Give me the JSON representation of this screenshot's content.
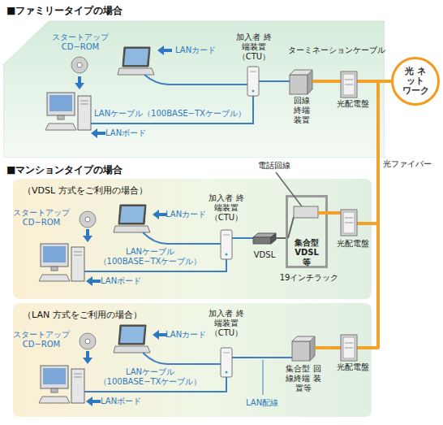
{
  "diagram": {
    "nodes": [
      {
        "text": [
          "■ファミリータイプの場合"
        ]
      },
      {
        "text": [
          "■マンションタイプの場合"
        ]
      },
      {
        "text": [
          "（VDSL 方式をご利用の場合）"
        ],
        "in": 1
      },
      {
        "text": [
          "（LAN 方式をご利用の場合）"
        ],
        "in": 1
      },
      {
        "text": [
          "光 ネット ワーク"
        ]
      },
      {
        "text": [
          "加入者 終端装置 （CTU）"
        ],
        "in": 0
      },
      {
        "text": [
          "回線 終端 装置"
        ],
        "in": 0
      },
      {
        "text": [
          "光配電盤"
        ],
        "in": 0
      },
      {
        "text": [
          "加入者 終端装置 （CTU）"
        ],
        "in": 2
      },
      {
        "text": [
          "VDSL"
        ],
        "in": 2
      },
      {
        "text": [
          "集合型 VDSL 等",
          "19インチラック"
        ],
        "in": 2
      },
      {
        "text": [
          "光配電盤"
        ],
        "in": 2
      },
      {
        "text": [
          "加入者 終端装置 （CTU）"
        ],
        "in": 3
      },
      {
        "text": [
          "集合型 回線終端 装置等"
        ],
        "in": 3
      },
      {
        "text": [
          "光配電盤"
        ],
        "in": 3
      }
    ],
    "edges": [
      {
        "from": 5,
        "to": 6,
        "arrow": "none"
      },
      {
        "from": 6,
        "to": 7,
        "arrow": "none"
      },
      {
        "from": 7,
        "to": 4,
        "arrow": "none"
      },
      {
        "from": 8,
        "to": 9,
        "arrow": "none"
      },
      {
        "from": 9,
        "to": 10,
        "arrow": "none"
      },
      {
        "from": 10,
        "to": 11,
        "arrow": "none"
      },
      {
        "from": 11,
        "to": 4,
        "arrow": "none"
      },
      {
        "from": 12,
        "to": 13,
        "arrow": "none"
      },
      {
        "from": 13,
        "to": 14,
        "arrow": "none"
      },
      {
        "from": 14,
        "to": 4,
        "arrow": "none"
      }
    ],
    "labels": [
      "スタートアップ CD−ROM",
      "LANカード",
      "LANケーブル（100BASE−TXケーブル）",
      "LANボード",
      "ターミネーションケーブル",
      "光ファイバー",
      "電話回線",
      "スタートアップ CD−ROM",
      "LANカード",
      "LANケーブル （100BASE−TXケーブル）",
      "LANボード",
      "スタートアップ CD−ROM",
      "LANカード",
      "LANケーブル （100BASE−TXケーブル）",
      "LANボード",
      "LAN配線"
    ]
  }
}
